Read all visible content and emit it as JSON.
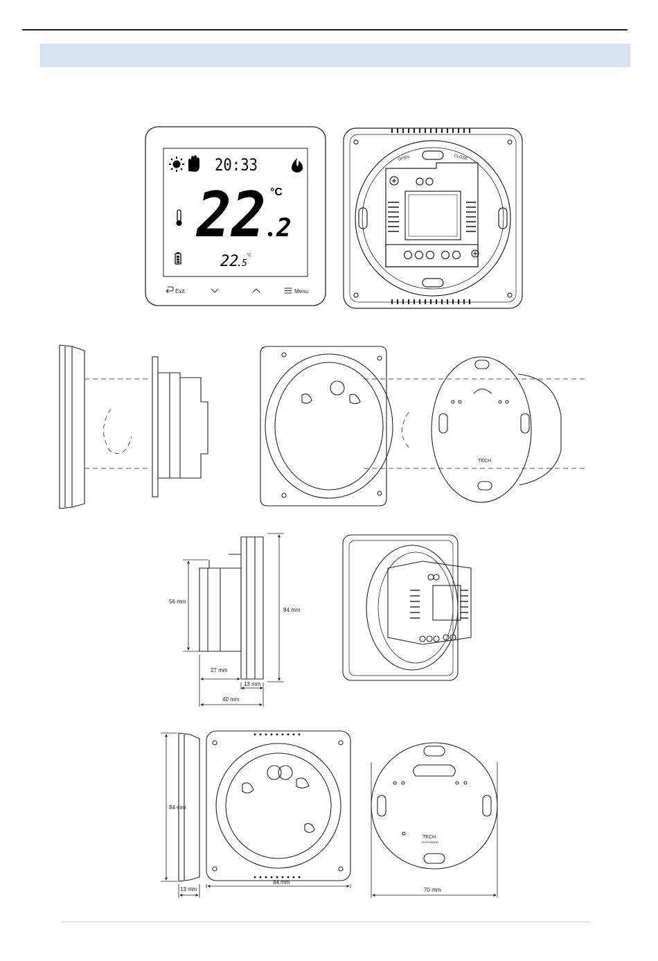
{
  "thermostat": {
    "time": "20:33",
    "temp_main": "22",
    "temp_decimal": "2",
    "temp_unit": "°C",
    "set_temp": "22",
    "set_decimal": "5",
    "set_unit": "°C",
    "buttons": {
      "exit": "Exit",
      "menu": "Menu"
    },
    "icons": [
      "sun-icon",
      "hand-icon",
      "flame-icon",
      "thermometer-icon",
      "battery-icon",
      "down-chevron-icon",
      "up-chevron-icon",
      "exit-arrow-icon",
      "menu-list-icon"
    ]
  },
  "back_view": {
    "open_label": "OPEN",
    "close_label": "CLOSE"
  },
  "base_plate": {
    "brand": "TECH",
    "sub": "STEROWNIKI"
  },
  "side_dims": {
    "height": "56 mm",
    "total_height": "84 mm",
    "depth_body": "27 mm",
    "depth_frame": "13 mm",
    "depth_total": "40 mm"
  },
  "bottom_dims": {
    "height": "84 mm",
    "frame_depth": "13 mm",
    "width": "84 mm",
    "plate_diameter": "70 mm"
  }
}
